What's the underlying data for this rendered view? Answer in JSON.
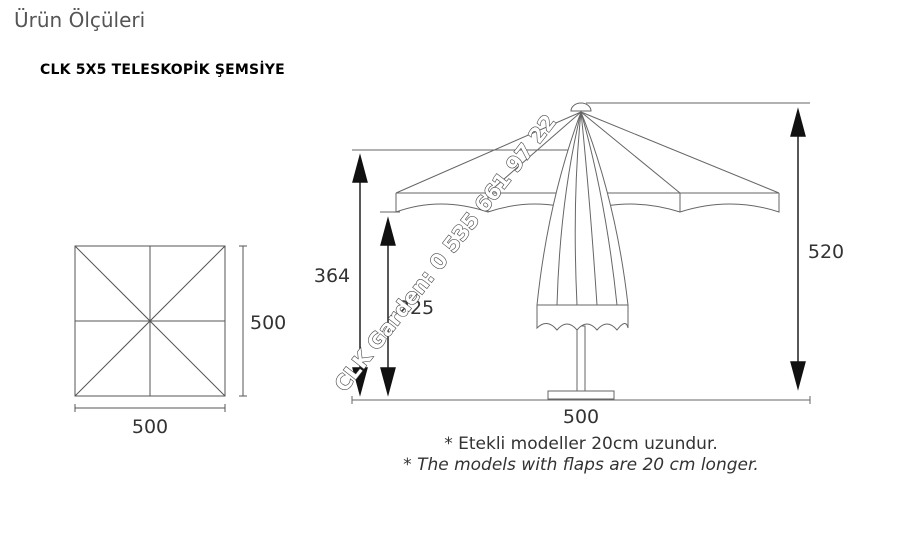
{
  "section_title": "Ürün Ölçüleri",
  "product_name": "CLK 5X5 TELESKOPİK ŞEMSİYE",
  "top_view": {
    "width_label": "500",
    "depth_label": "500"
  },
  "side_view": {
    "canopy_height_label": "364",
    "folded_height_label": "225",
    "total_height_label": "520",
    "width_label": "500"
  },
  "notes": {
    "tr": "* Etekli modeller 20cm uzundur.",
    "en": "* The models with flaps are 20 cm longer."
  },
  "watermark": "CLK Garden: 0 535 661 97 22"
}
